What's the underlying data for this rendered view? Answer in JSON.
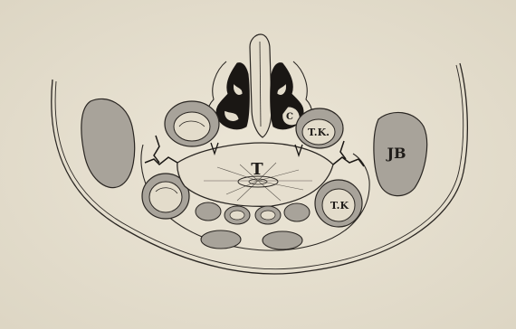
{
  "figure": {
    "colors": {
      "paper": "#e9e3d3",
      "ink": "#1f1c19",
      "gray_fill": "#a8a39a",
      "cavity_fill": "#1a1714"
    },
    "labels": {
      "tongue": "T",
      "tk_upper_right": "T.K.",
      "tk_lower_right": "T.K",
      "jb": "JB",
      "c": "C",
      "v_left": "v",
      "v_right": "v"
    }
  }
}
